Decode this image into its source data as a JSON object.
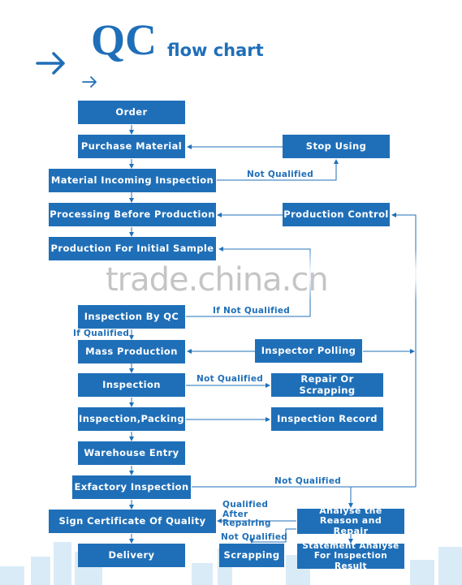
{
  "title": {
    "qc": "QC",
    "rest": "flow chart"
  },
  "watermark": "trade.china.cn",
  "boxes": {
    "order": "Order",
    "purchase_material": "Purchase Material",
    "stop_using": "Stop Using",
    "material_incoming_inspection": "Material Incoming Inspection",
    "processing_before_production": "Processing Before Production",
    "production_control": "Production Control",
    "production_initial_sample": "Production For Initial Sample",
    "inspection_by_qc": "Inspection By QC",
    "mass_production": "Mass Production",
    "inspector_polling": "Inspector Polling",
    "inspection": "Inspection",
    "repair_or_scrapping": "Repair Or Scrapping",
    "inspection_packing": "Inspection,Packing",
    "inspection_record": "Inspection Record",
    "warehouse_entry": "Warehouse Entry",
    "exfactory_inspection": "Exfactory Inspection",
    "sign_certificate": "Sign Certificate Of Quality",
    "analyse_reason": "Analyse the Reason and Repair",
    "delivery": "Delivery",
    "scrapping": "Scrapping",
    "statement_analyse": "Statement Analyse For Inspection Result"
  },
  "labels": {
    "not_qualified_1": "Not Qualified",
    "if_not_qualified": "If Not Qualified",
    "if_qualified": "If Qualified",
    "not_qualified_2": "Not Qualified",
    "not_qualified_3": "Not Qualified",
    "qualified_after_repairing": "Qualified After Repairing",
    "not_qualified_4": "Not Qualified"
  },
  "icons": [
    "arrow-right-icon",
    "arrow-right-small-icon"
  ],
  "colors": {
    "box": "#1f6fb8",
    "line": "#1f6fb8",
    "text_on_box": "#ffffff"
  }
}
